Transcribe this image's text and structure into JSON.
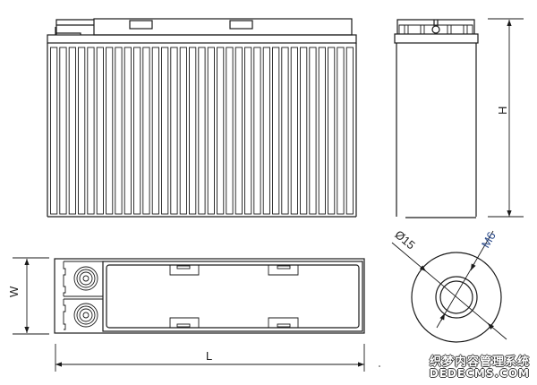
{
  "labels": {
    "height": "H",
    "width": "W",
    "length": "L",
    "diameter": "Ø15",
    "thread": "M6"
  },
  "watermark": {
    "line1": "织梦内容管理系统",
    "line2": "DEDECMS.COM"
  }
}
